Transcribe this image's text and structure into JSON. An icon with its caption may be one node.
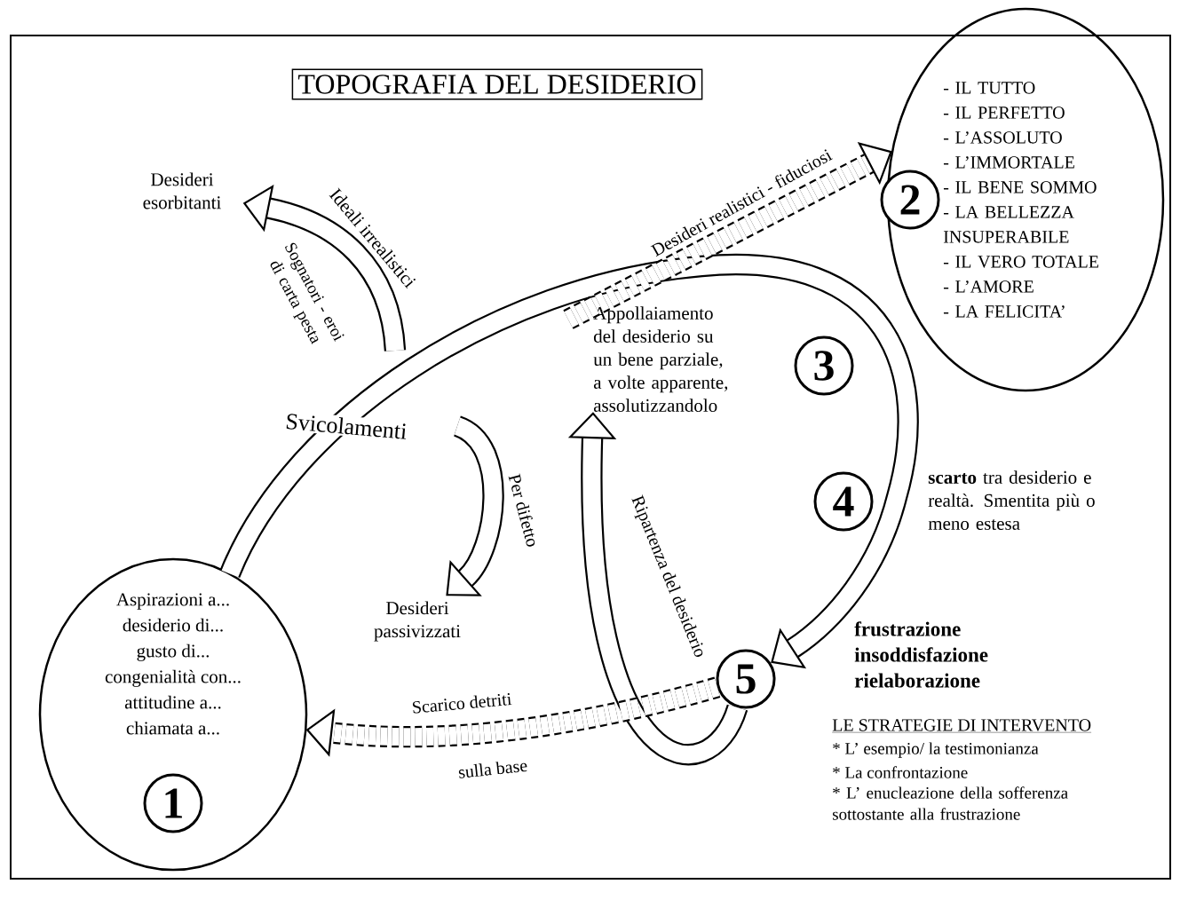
{
  "diagram": {
    "title": "TOPOGRAFIA DEL DESIDERIO",
    "nodes": [
      {
        "text": [
          "Aspirazioni a...",
          "desiderio di...",
          "gusto di...",
          "congenialità con...",
          "attitudine a...",
          "chiamata a..."
        ]
      },
      {
        "text": [
          "1"
        ],
        "in": 0
      },
      {
        "text": [
          "- IL TUTTO",
          "- IL PERFETTO",
          "- L’ASSOLUTO",
          "- L’IMMORTALE",
          "- IL BENE SOMMO",
          "- LA BELLEZZA INSUPERABILE",
          "- IL VERO TOTALE",
          "- L’AMORE",
          "- LA FELICITA’"
        ]
      },
      {
        "text": [
          "2"
        ]
      },
      {
        "text": [
          "3"
        ],
        "beside": [
          "Appollaiamento del desiderio su un bene parziale, a volte apparente, assolutizzandolo"
        ]
      },
      {
        "text": [
          "4"
        ],
        "beside": [
          "**scarto** tra desiderio e realtà. Smentita più o meno estesa"
        ]
      },
      {
        "text": [
          "5"
        ],
        "beside": [
          "frustrazione insoddisfazione rielaborazione"
        ]
      },
      {
        "text": [
          "Desideri esorbitanti"
        ]
      },
      {
        "text": [
          "Desideri passivizzati"
        ]
      }
    ],
    "edges": [
      {
        "from": 0,
        "to": 6,
        "arrow": "to"
      },
      {
        "from": null,
        "to": 2,
        "arrow": "to",
        "label": "Desideri realistici - fiduciosi",
        "style": "dashed"
      },
      {
        "from": null,
        "to": 7,
        "arrow": "to",
        "label": "Ideali irrealistici"
      },
      {
        "from": null,
        "to": 8,
        "arrow": "to",
        "label": "Per difetto"
      },
      {
        "from": 6,
        "to": 4,
        "arrow": "to",
        "label": "Ripartenza del desiderio"
      },
      {
        "from": 6,
        "to": 0,
        "arrow": "to",
        "label": "Scarico detriti",
        "style": "dashed"
      }
    ],
    "labels": [
      "Svicolamenti",
      "Sognatori - eroi di carta pesta",
      "sulla base",
      "LE STRATEGIE DI INTERVENTO",
      "* L’ esempio/ la testimonianza",
      "* La confrontazione",
      "* L’ enucleazione della sofferenza sottostante alla frustrazione"
    ]
  }
}
